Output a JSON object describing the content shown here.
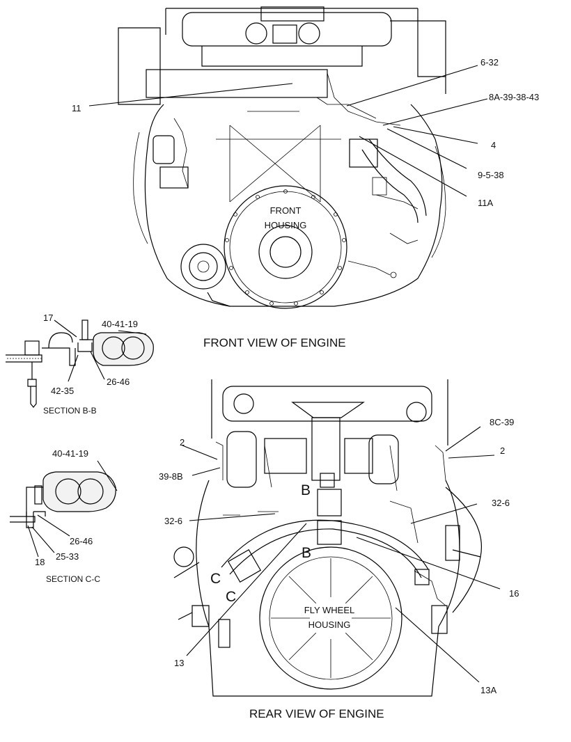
{
  "views": {
    "front": {
      "caption": "FRONT VIEW OF ENGINE",
      "housing_line1": "FRONT",
      "housing_line2": "HOUSING"
    },
    "rear": {
      "caption": "REAR VIEW OF ENGINE",
      "housing_line1": "FLY WHEEL",
      "housing_line2": "HOUSING"
    }
  },
  "callouts": {
    "c_11": "11",
    "c_6_32": "6-32",
    "c_8a": "8A-39-38-43",
    "c_4": "4",
    "c_9_5_38": "9-5-38",
    "c_11a": "11A",
    "c_17": "17",
    "c_40_top": "40-41-19",
    "c_42_35": "42-35",
    "c_26_46_top": "26-46",
    "c_40_mid": "40-41-19",
    "c_26_46_mid": "26-46",
    "c_18": "18",
    "c_25_33": "25-33",
    "c_2_left": "2",
    "c_39_8b": "39-8B",
    "c_32_6_left": "32-6",
    "c_8c_39": "8C-39",
    "c_2_right": "2",
    "c_32_6_right": "32-6",
    "c_16": "16",
    "c_13": "13",
    "c_13a": "13A"
  },
  "sections": {
    "bb": "SECTION B-B",
    "cc": "SECTION C-C"
  },
  "section_markers": {
    "b_top": "B",
    "b_bottom": "B",
    "c_top": "C",
    "c_bottom": "C"
  }
}
